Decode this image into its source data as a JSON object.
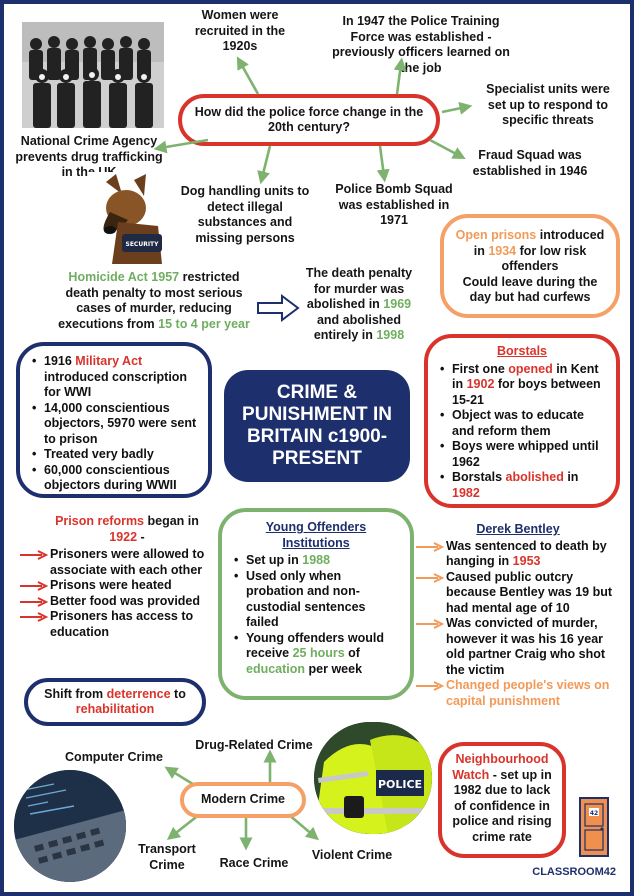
{
  "top": {
    "women": "Women were recruited in the 1920s",
    "training": "In 1947 the Police Training Force was established - previously officers learned on the job",
    "question": "How did the police force change in the 20th century?",
    "specialist": "Specialist units were set up to respond to specific threats",
    "nca": "National Crime Agency prevents drug trafficking in the UK",
    "fraud": "Fraud Squad was established in 1946",
    "dog": "Dog handling units to detect illegal substances and missing persons",
    "bomb": "Police Bomb Squad was established in 1971"
  },
  "open_prisons": {
    "term": "Open prisons",
    "t1": " introduced in ",
    "year": "1934",
    "t2": " for low risk offenders",
    "t3": "Could leave during the day but had curfews"
  },
  "homicide": {
    "name": "Homicide Act 1957",
    "t1": " restricted death penalty to most serious cases of murder, reducing executions from ",
    "range": "15 to 4 per year"
  },
  "death_penalty": {
    "t1": "The death penalty for murder was abolished in ",
    "y1": "1969",
    "t2": " and abolished entirely in ",
    "y2": "1998"
  },
  "military": {
    "y": "1916 ",
    "act": "Military Act",
    "t1": " introduced conscription for WWI",
    "b2": "14,000 conscientious objectors, 5970 were sent to prison",
    "b3": "Treated very badly",
    "b4": "60,000 conscientious objectors during WWII"
  },
  "title": "CRIME & PUNISHMENT IN BRITAIN c1900-PRESENT",
  "borstals": {
    "heading": "Borstals",
    "b1a": "First one ",
    "b1b": "opened",
    "b1c": " in Kent in ",
    "b1d": "1902",
    "b1e": " for boys between 15-21",
    "b2": "Object was to educate and reform them",
    "b3": "Boys were whipped until 1962",
    "b4a": "Borstals ",
    "b4b": "abolished",
    "b4c": " in ",
    "b4d": "1982"
  },
  "prison_reforms": {
    "h1": "Prison reforms",
    "h2": " began in ",
    "h3": "1922",
    "h4": " -",
    "items": [
      "Prisoners were allowed to associate with each other",
      "Prisons were heated",
      "Better food was provided",
      "Prisoners has access to education"
    ]
  },
  "yoi": {
    "heading": "Young Offenders Institutions",
    "b1a": "Set up in ",
    "b1b": "1988",
    "b2": "Used only when probation and non-custodial sentences failed",
    "b3a": "Young offenders would receive ",
    "b3b": "25 hours",
    "b3c": " of ",
    "b3d": "education",
    "b3e": " per week"
  },
  "bentley": {
    "heading": "Derek Bentley",
    "i1a": "Was sentenced to death by hanging in ",
    "i1b": "1953",
    "i2": "Caused public outcry because Bentley was 19 but had mental age of 10",
    "i3": "Was convicted of murder, however it was his 16 year old partner Craig who shot the victim",
    "i4": "Changed people's  views on capital punishment"
  },
  "shift": {
    "a": "Shift from ",
    "b": "deterrence",
    "c": " to ",
    "d": "rehabilitation"
  },
  "modern": {
    "center": "Modern Crime",
    "drug": "Drug-Related Crime",
    "computer": "Computer Crime",
    "transport": "Transport Crime",
    "race": "Race Crime",
    "violent": "Violent Crime"
  },
  "neighbourhood": {
    "name": "Neighbourhood Watch",
    "t1": " - set up in 1982 due to lack of confidence in police and rising crime rate"
  },
  "police_vest": "POLICE",
  "security_vest": "SECURITY",
  "door_number": "42",
  "brand": "CLASSROOM42",
  "colors": {
    "navy": "#1e2f6d",
    "red": "#d9342b",
    "green": "#6fae5f",
    "orange": "#f29a58"
  }
}
